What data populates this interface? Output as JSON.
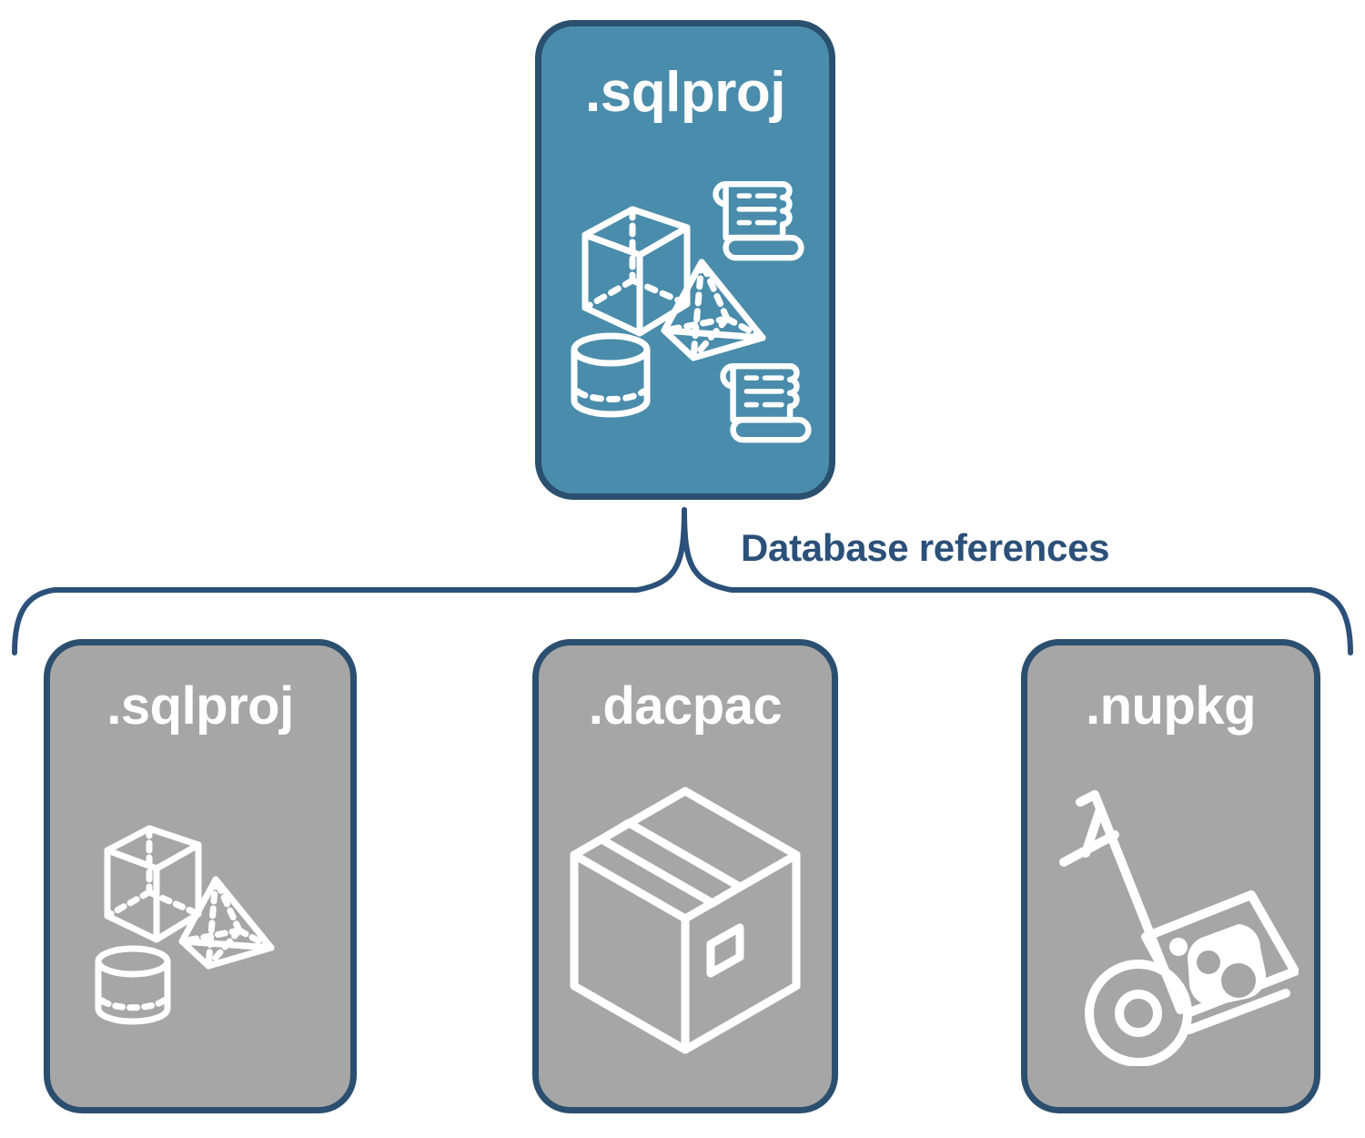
{
  "diagram": {
    "title_node": {
      "label": ".sqlproj",
      "fill": "#4A8CAB",
      "border": "#2B4F6E",
      "icons": [
        "cube-icon",
        "pyramid-icon",
        "cylinder-icon",
        "scroll-icon",
        "scroll-icon"
      ]
    },
    "connector": {
      "label": "Database references",
      "color": "#2B5079"
    },
    "reference_nodes": [
      {
        "label": ".sqlproj",
        "fill": "#A6A6A6",
        "border": "#2B4F6E",
        "icons": [
          "cube-icon",
          "pyramid-icon",
          "cylinder-icon"
        ]
      },
      {
        "label": ".dacpac",
        "fill": "#A6A6A6",
        "border": "#2B4F6E",
        "icons": [
          "package-box-icon"
        ]
      },
      {
        "label": ".nupkg",
        "fill": "#A6A6A6",
        "border": "#2B4F6E",
        "icons": [
          "hand-truck-nuget-icon"
        ]
      }
    ]
  }
}
